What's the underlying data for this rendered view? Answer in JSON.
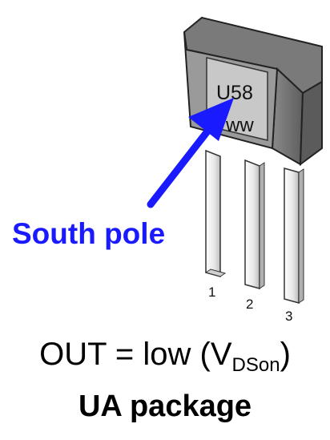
{
  "diagram": {
    "chip_marking_line1": "U58",
    "chip_marking_line2": "ww",
    "pointer_label": "South pole",
    "pin_labels": [
      "1",
      "2",
      "3"
    ],
    "output_prefix": "OUT = low (V",
    "output_subscript": "DSon",
    "output_suffix": ")",
    "package_label": "UA package",
    "colors": {
      "arrow": "#1a1aff",
      "body_dark": "#6f6f6f",
      "body_mid": "#9a9a9a",
      "face": "#c4c4c4",
      "pins": "#e9e9e9"
    }
  }
}
